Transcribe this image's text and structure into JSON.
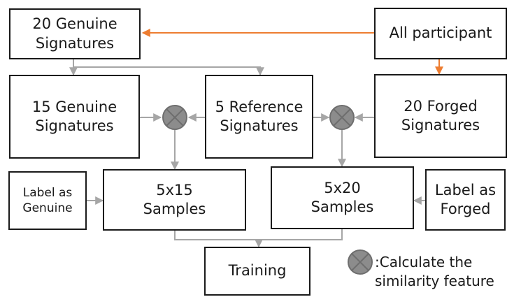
{
  "boxes": {
    "genuine20": [
      "20 Genuine",
      "Signatures"
    ],
    "all": [
      "All participant"
    ],
    "genuine15": [
      "15 Genuine",
      "Signatures"
    ],
    "reference5": [
      "5 Reference",
      "Signatures"
    ],
    "forged20": [
      "20 Forged",
      "Signatures"
    ],
    "label_genuine": [
      "Label as",
      "Genuine"
    ],
    "samples5x15": [
      "5x15",
      "Samples"
    ],
    "samples5x20": [
      "5x20",
      "Samples"
    ],
    "label_forged": [
      "Label as",
      "Forged"
    ],
    "training": [
      "Training"
    ]
  },
  "legend": [
    ":Calculate the",
    "similarity feature"
  ],
  "colors": {
    "orange": "#ED7D31",
    "gray": "#A6A6A6",
    "operator_fill": "#8C8C8C",
    "operator_stroke": "#6E6E6E"
  }
}
